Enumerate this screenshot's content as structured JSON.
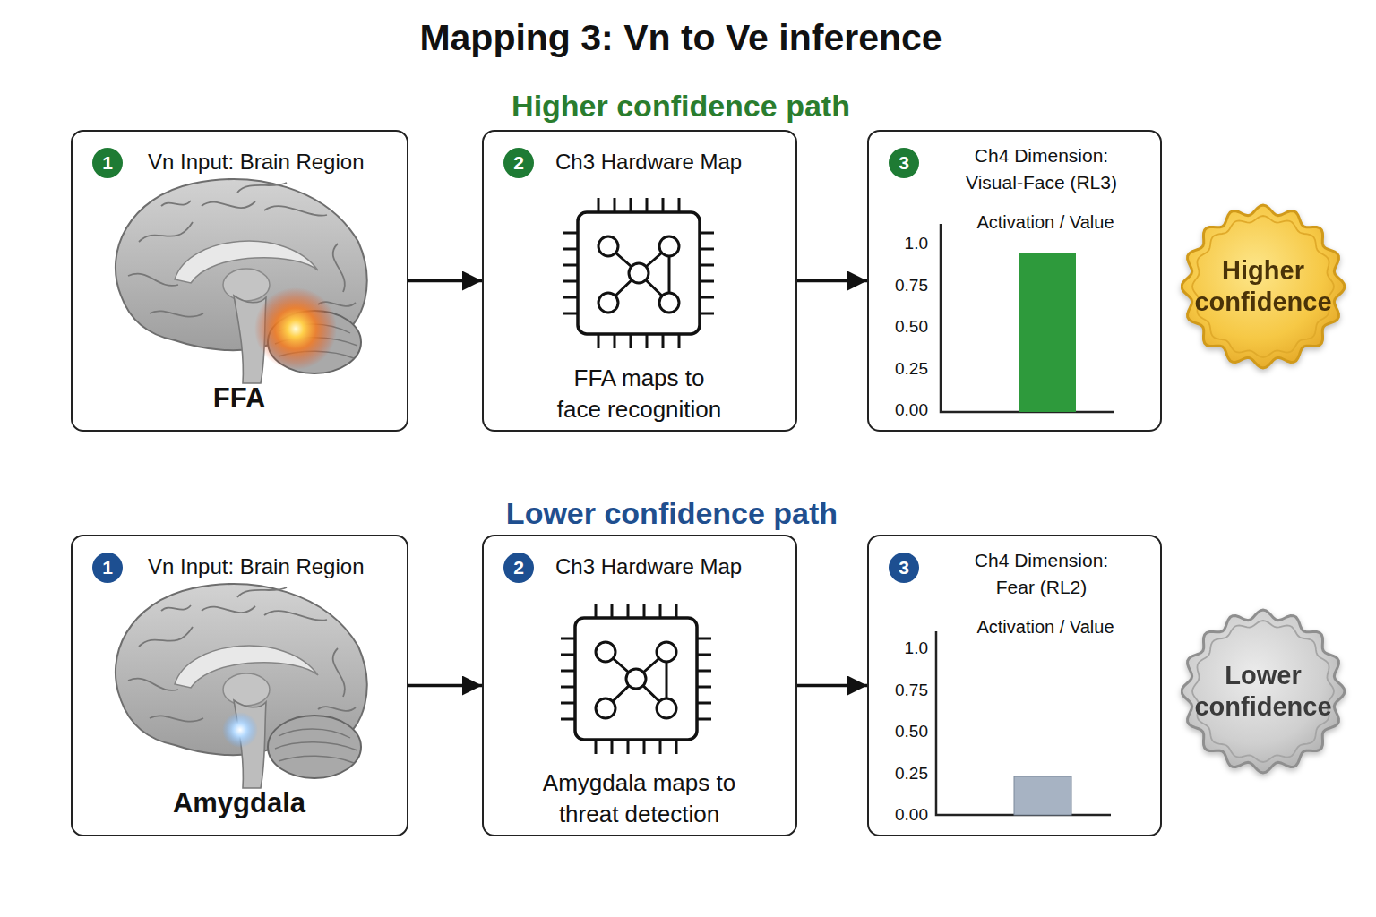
{
  "diagram": {
    "title": "Mapping 3: Vn to Ve inference",
    "nodes": [
      {
        "text": [
          "Vn Input: Brain Region",
          "FFA"
        ]
      },
      {
        "text": [
          "1"
        ],
        "in": 0
      },
      {
        "text": [
          "Ch3 Hardware Map",
          "FFA maps to face recognition"
        ]
      },
      {
        "text": [
          "2"
        ],
        "in": 2
      },
      {
        "text": [
          "Ch4 Dimension: Visual-Face (RL3)",
          "Activation / Value",
          "1.0",
          "0.75",
          "0.50",
          "0.25",
          "0.00"
        ]
      },
      {
        "text": [
          "3"
        ],
        "in": 4
      },
      {
        "text": [
          "Higher confidence"
        ]
      },
      {
        "text": [
          "Vn Input: Brain Region",
          "Amygdala"
        ]
      },
      {
        "text": [
          "1"
        ],
        "in": 7
      },
      {
        "text": [
          "Ch3 Hardware Map",
          "Amygdala maps to threat detection"
        ]
      },
      {
        "text": [
          "2"
        ],
        "in": 9
      },
      {
        "text": [
          "Ch4 Dimension: Fear (RL2)",
          "Activation / Value",
          "1.0",
          "0.75",
          "0.50",
          "0.25",
          "0.00"
        ]
      },
      {
        "text": [
          "3"
        ],
        "in": 11
      },
      {
        "text": [
          "Lower confidence"
        ]
      }
    ],
    "edges": [
      {
        "from": 0,
        "to": 2,
        "arrow": "to"
      },
      {
        "from": 2,
        "to": 4,
        "arrow": "to"
      },
      {
        "from": 7,
        "to": 9,
        "arrow": "to"
      },
      {
        "from": 9,
        "to": 11,
        "arrow": "to"
      }
    ],
    "labels": [
      "Higher confidence path",
      "Lower confidence path"
    ]
  }
}
